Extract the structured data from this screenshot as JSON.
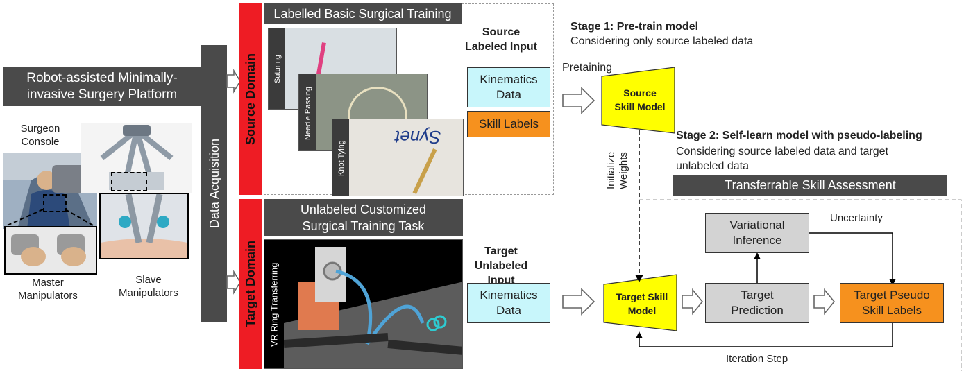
{
  "platform": {
    "title": "Robot-assisted Minimally-invasive Surgery Platform",
    "surgeon_console": "Surgeon Console",
    "master": "Master Manipulators",
    "slave": "Slave Manipulators"
  },
  "data_acquisition": "Data Acquisition",
  "source": {
    "domain_label": "Source Domain",
    "header": "Labelled Basic Surgical Training",
    "tasks": [
      "Suturing",
      "Needle Passing",
      "Knot Tying"
    ],
    "input_title": "Source Labeled Input",
    "kinematics": "Kinematics Data",
    "skill_labels": "Skill Labels"
  },
  "target": {
    "domain_label": "Target Domain",
    "header": "Unlabeled Customized Surgical Training Task",
    "task": "VR Ring Transferring",
    "input_title": "Target Unlabeled Input",
    "kinematics": "Kinematics Data"
  },
  "stage1": {
    "title": "Stage 1: Pre-train model",
    "desc": "Considering only source labeled data",
    "pretraining": "Pretaining",
    "model": "Source Skill Model"
  },
  "stage2": {
    "title": "Stage 2: Self-learn model with pseudo-labeling",
    "desc": "Considering source labeled data and target unlabeled data",
    "banner": "Transferrable Skill Assessment",
    "init_weights": "Initialize Weights",
    "target_model": "Target Skill Model",
    "variational": "Variational Inference",
    "prediction": "Target Prediction",
    "pseudo": "Target Pseudo Skill Labels",
    "uncertainty": "Uncertainty",
    "iteration": "Iteration Step"
  },
  "colors": {
    "red": "#ee1c24",
    "dark": "#4a4a4a",
    "yellow": "#ffff00",
    "cyan": "#c8f6fb",
    "orange": "#f6911e",
    "gray": "#d3d3d3"
  }
}
